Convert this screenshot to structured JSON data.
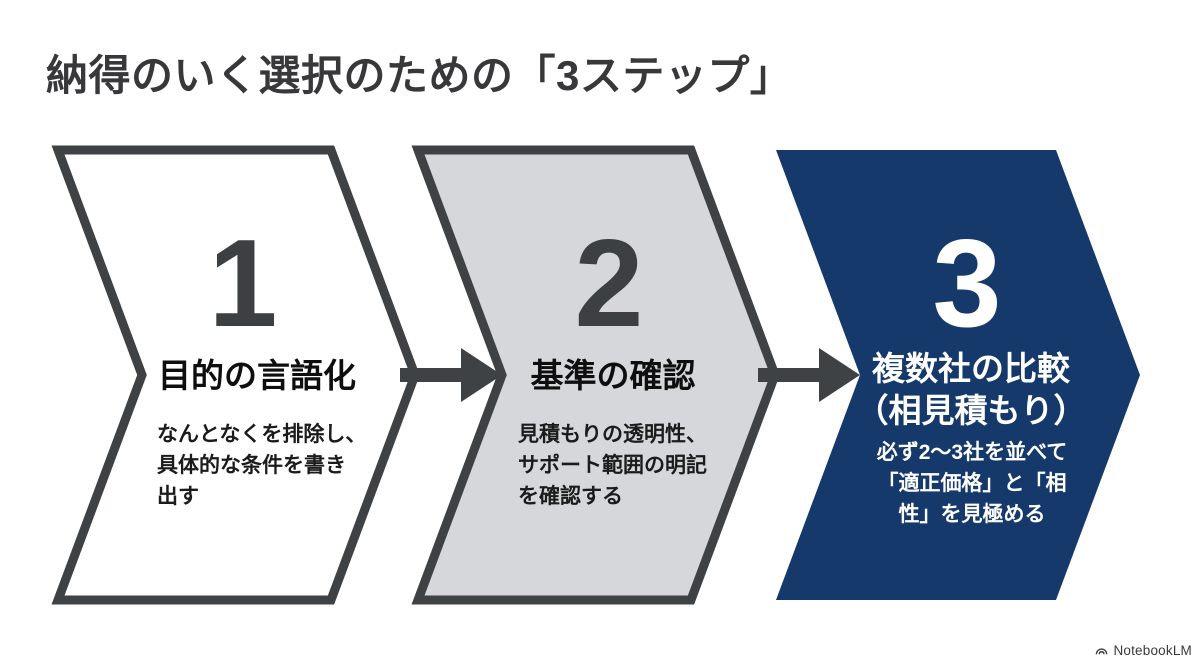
{
  "title": "納得のいく選択のための「3ステップ」",
  "colors": {
    "step1_fill": "#ffffff",
    "step2_fill": "#d5d7da",
    "step3_fill": "#16396b",
    "outline_gray": "#3f4245"
  },
  "steps": [
    {
      "number": "1",
      "heading_lines": [
        "目的の言語化"
      ],
      "body_lines": [
        "なんとなくを排除し、",
        "具体的な条件を書き",
        "出す"
      ]
    },
    {
      "number": "2",
      "heading_lines": [
        "基準の確認"
      ],
      "body_lines": [
        "見積もりの透明性、",
        "サポート範囲の明記",
        "を確認する"
      ]
    },
    {
      "number": "3",
      "heading_lines": [
        "複数社の比較",
        "（相見積もり）"
      ],
      "body_lines": [
        "必ず2〜3社を並べて",
        "「適正価格」と「相",
        "性」を見極める"
      ]
    }
  ],
  "footer": {
    "brand": "NotebookLM"
  }
}
